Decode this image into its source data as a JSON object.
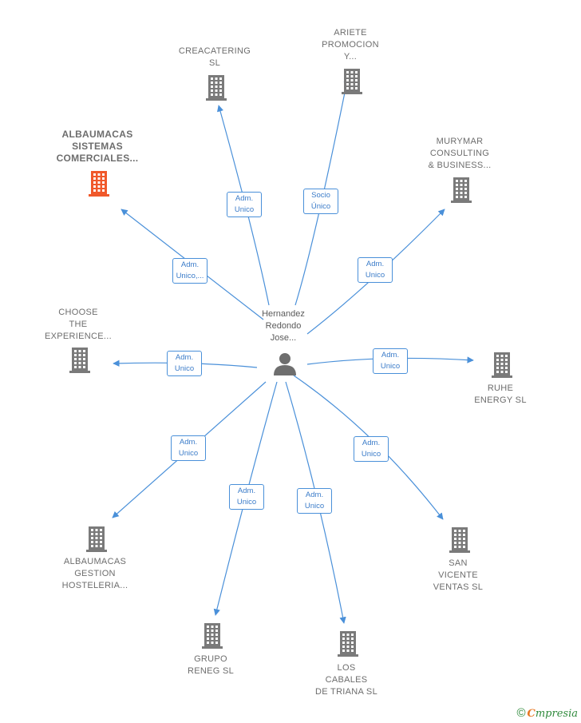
{
  "center": {
    "lines": [
      "Hernandez",
      "Redondo",
      "Jose..."
    ],
    "icon": "person-icon"
  },
  "colors": {
    "edge": "#4a90d9",
    "building": "#7a7a7a",
    "building_highlight": "#f0592b",
    "label": "#6d6d6d"
  },
  "nodes": [
    {
      "id": "creacatering",
      "lines": [
        "CREACATERING",
        "SL"
      ],
      "highlight": false,
      "edge": [
        "Adm.",
        "Unico"
      ]
    },
    {
      "id": "ariete",
      "lines": [
        "ARIETE",
        "PROMOCION",
        "Y..."
      ],
      "highlight": false,
      "edge": [
        "Socio",
        "Único"
      ]
    },
    {
      "id": "albaumacas-sistemas",
      "lines": [
        "ALBAUMACAS",
        "SISTEMAS",
        "COMERCIALES..."
      ],
      "highlight": true,
      "edge": [
        "Adm.",
        "Unico,..."
      ]
    },
    {
      "id": "murymar",
      "lines": [
        "MURYMAR",
        "CONSULTING",
        "& BUSINESS..."
      ],
      "highlight": false,
      "edge": [
        "Adm.",
        "Unico"
      ]
    },
    {
      "id": "choose",
      "lines": [
        "CHOOSE",
        "THE",
        "EXPERIENCE..."
      ],
      "highlight": false,
      "edge": [
        "Adm.",
        "Unico"
      ]
    },
    {
      "id": "ruhe",
      "lines": [
        "RUHE",
        "ENERGY SL"
      ],
      "highlight": false,
      "edge": [
        "Adm.",
        "Unico"
      ]
    },
    {
      "id": "albaumacas-gestion",
      "lines": [
        "ALBAUMACAS",
        "GESTION",
        "HOSTELERIA..."
      ],
      "highlight": false,
      "edge": [
        "Adm.",
        "Unico"
      ]
    },
    {
      "id": "san-vicente",
      "lines": [
        "SAN",
        "VICENTE",
        "VENTAS SL"
      ],
      "highlight": false,
      "edge": [
        "Adm.",
        "Unico"
      ]
    },
    {
      "id": "grupo-reneg",
      "lines": [
        "GRUPO",
        "RENEG SL"
      ],
      "highlight": false,
      "edge": [
        "Adm.",
        "Unico"
      ]
    },
    {
      "id": "los-cabales",
      "lines": [
        "LOS",
        "CABALES",
        "DE TRIANA SL"
      ],
      "highlight": false,
      "edge": [
        "Adm.",
        "Unico"
      ]
    }
  ],
  "brand": {
    "copyright": "©",
    "e": "C",
    "rest": "mpresia"
  }
}
